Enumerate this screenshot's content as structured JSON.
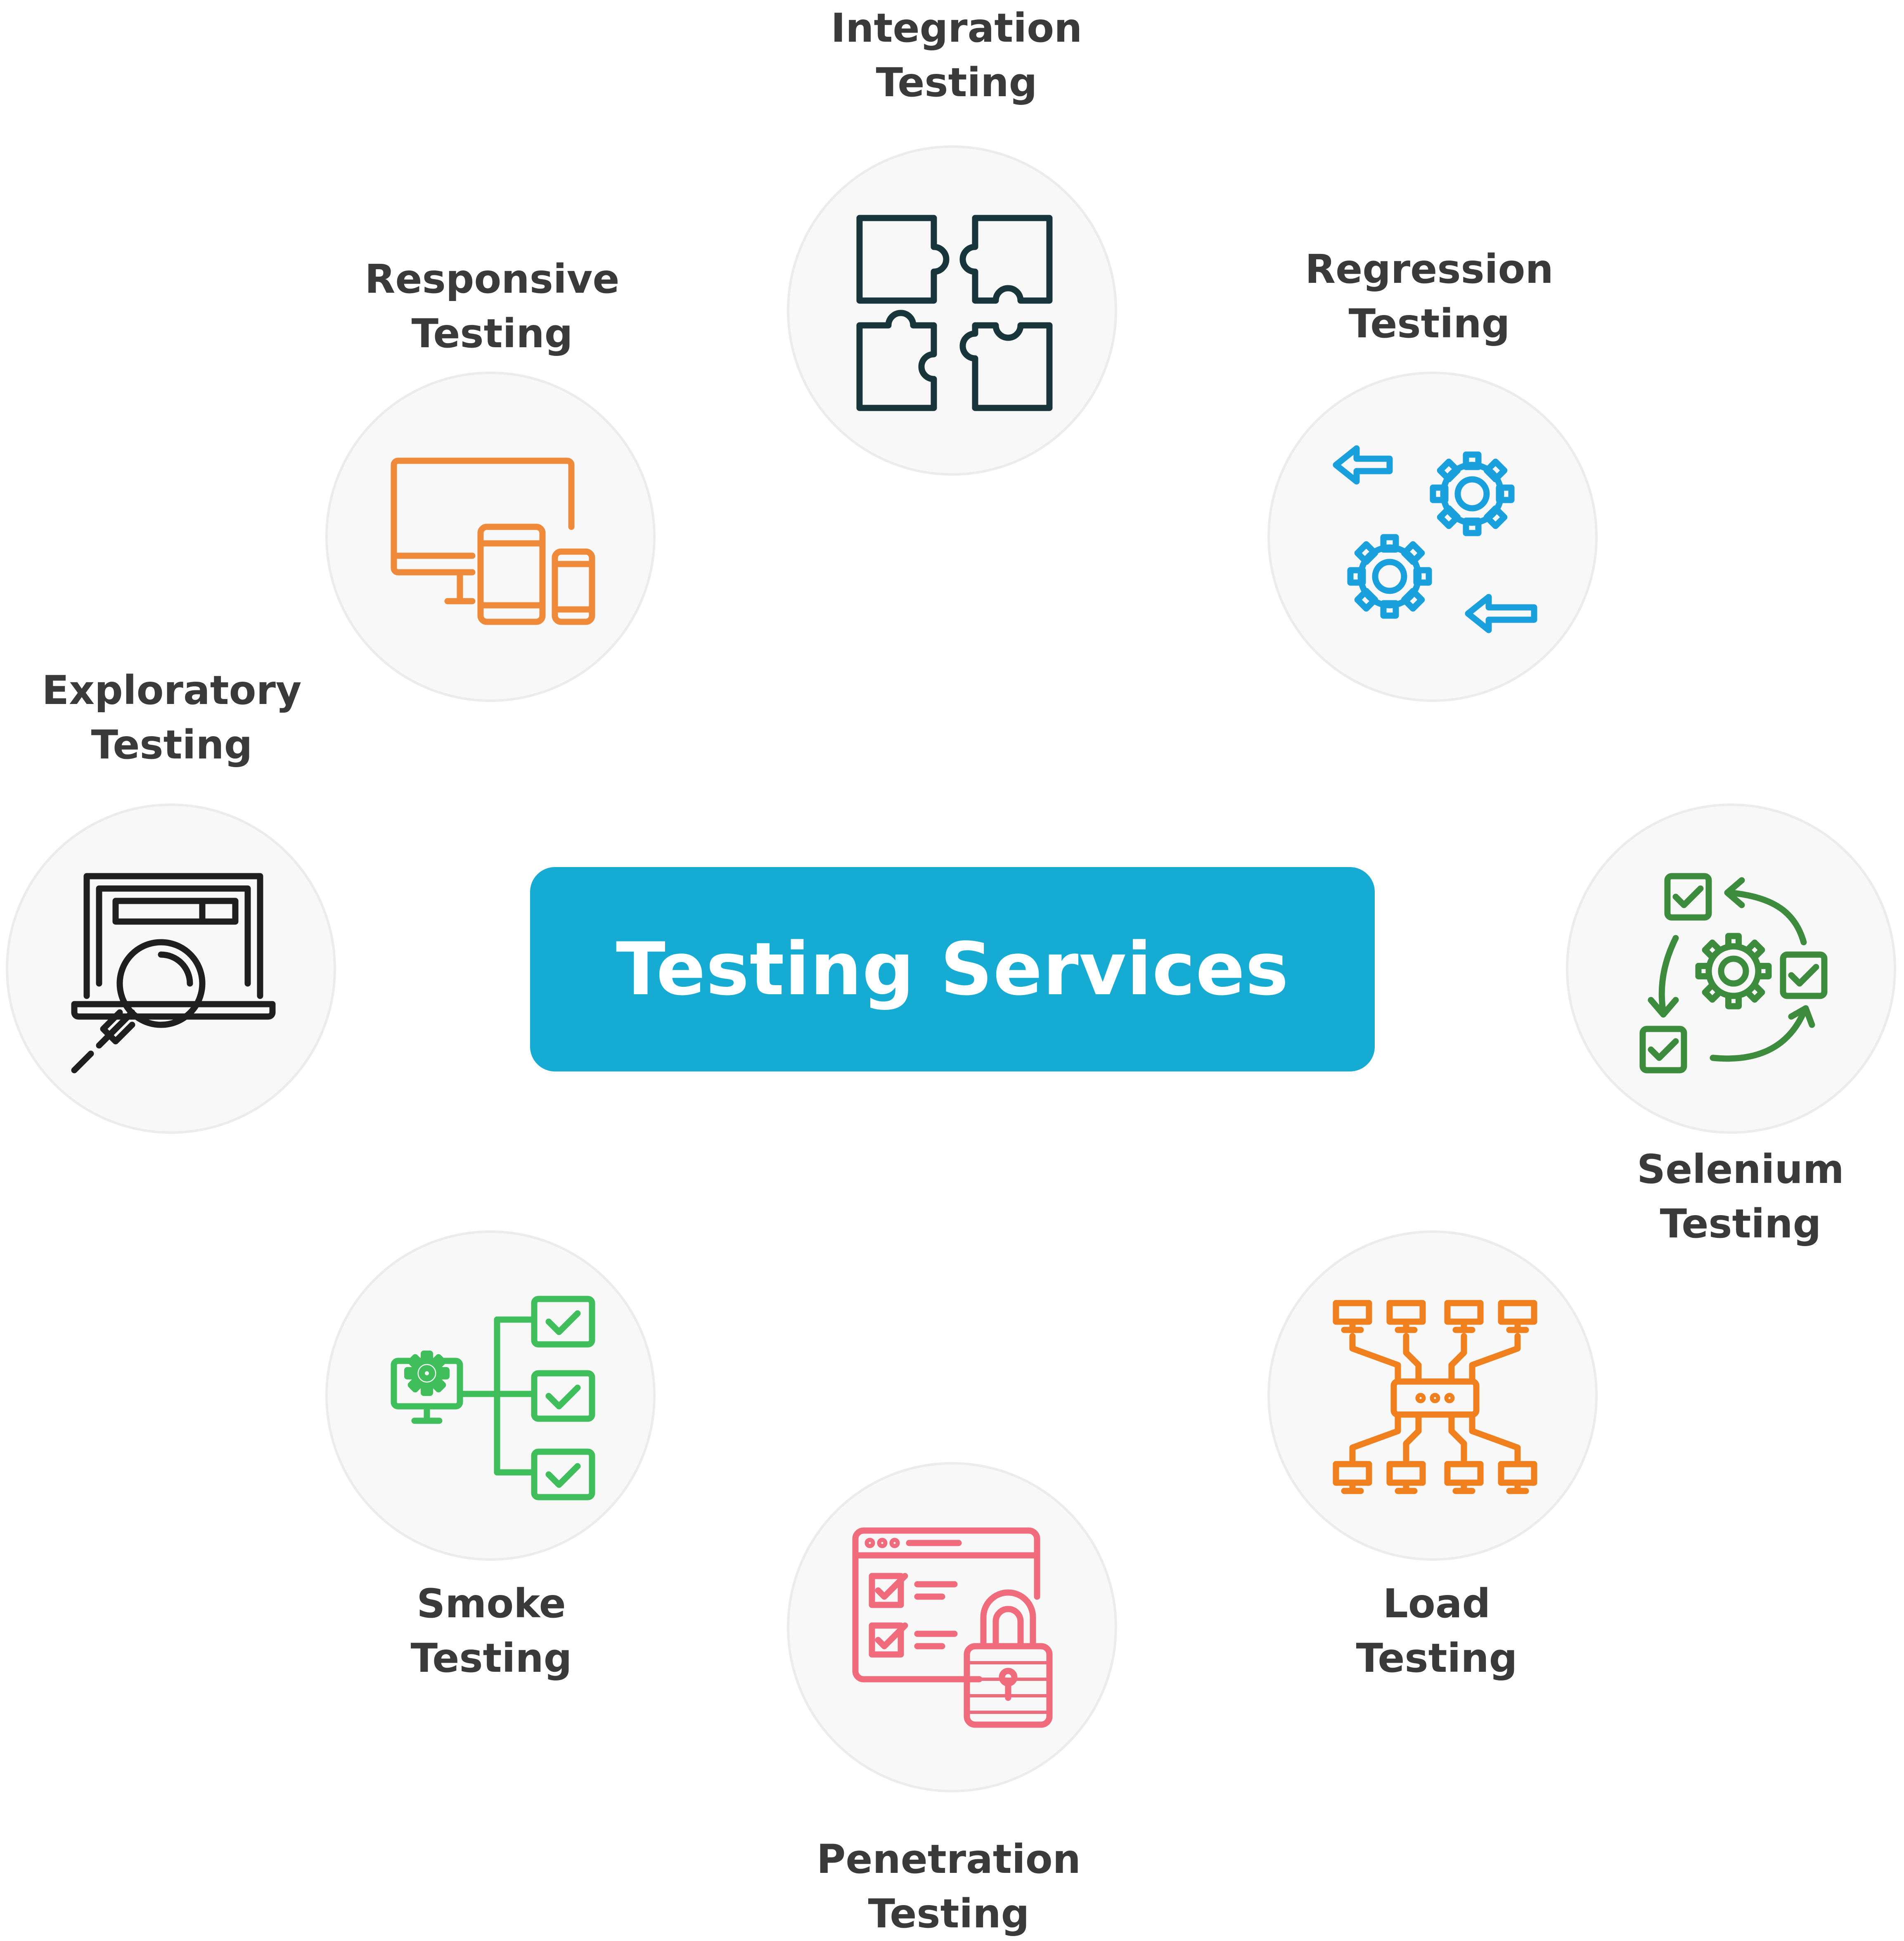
{
  "center": {
    "title": "Testing Services",
    "color": "#16abd3"
  },
  "nodes": [
    {
      "id": "integration",
      "line1": "Integration",
      "line2": "Testing",
      "icon": "puzzle-icon",
      "color": "#17353a"
    },
    {
      "id": "regression",
      "line1": "Regression",
      "line2": "Testing",
      "icon": "gears-arrows-icon",
      "color": "#1aa0dd"
    },
    {
      "id": "selenium",
      "line1": "Selenium",
      "line2": "Testing",
      "icon": "automation-cycle-icon",
      "color": "#3d8b3d"
    },
    {
      "id": "load",
      "line1": "Load",
      "line2": "Testing",
      "icon": "network-hub-icon",
      "color": "#f07f1d"
    },
    {
      "id": "penetration",
      "line1": "Penetration",
      "line2": "Testing",
      "icon": "secure-checklist-icon",
      "color": "#f06b7c"
    },
    {
      "id": "smoke",
      "line1": "Smoke",
      "line2": "Testing",
      "icon": "monitor-checklist-icon",
      "color": "#3fbe5b"
    },
    {
      "id": "exploratory",
      "line1": "Exploratory",
      "line2": "Testing",
      "icon": "laptop-magnifier-icon",
      "color": "#1f1f1f"
    },
    {
      "id": "responsive",
      "line1": "Responsive",
      "line2": "Testing",
      "icon": "devices-icon",
      "color": "#ef8a3a"
    }
  ]
}
